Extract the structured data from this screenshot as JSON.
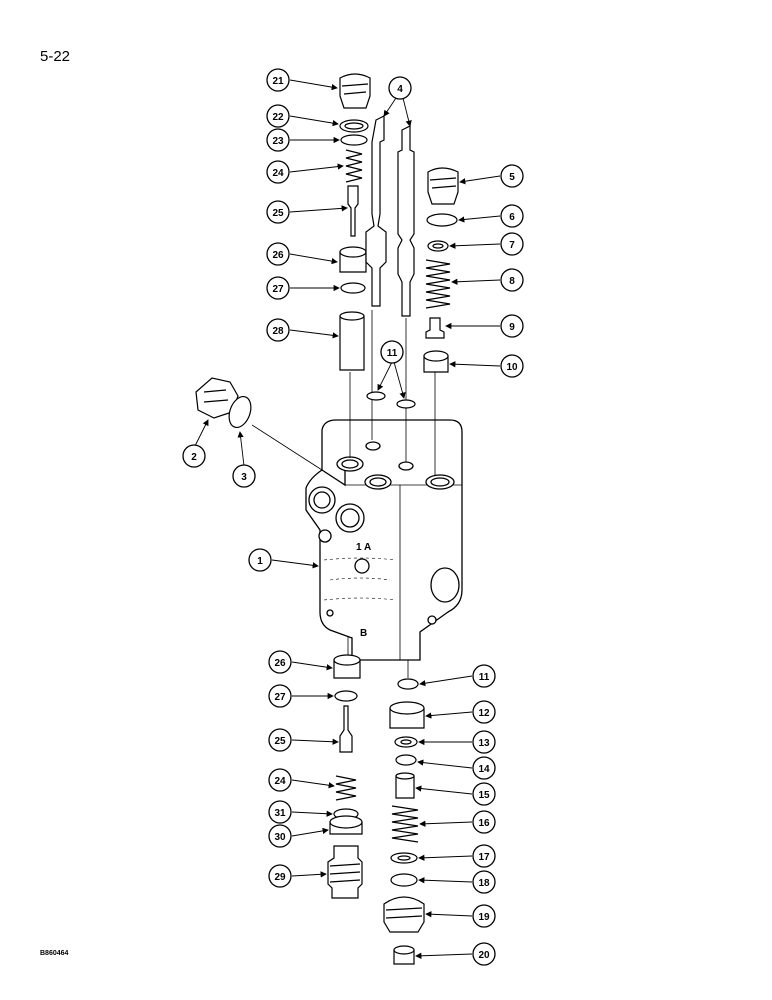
{
  "page": {
    "number": "5-22",
    "figure_code": "B860464"
  },
  "diagram": {
    "title": "",
    "callouts": [
      "21",
      "22",
      "23",
      "24",
      "25",
      "26",
      "27",
      "28",
      "4",
      "5",
      "6",
      "7",
      "8",
      "9",
      "10",
      "11",
      "2",
      "3",
      "1",
      "26",
      "27",
      "25",
      "24",
      "31",
      "30",
      "29",
      "11",
      "12",
      "13",
      "14",
      "15",
      "16",
      "17",
      "18",
      "19",
      "20"
    ],
    "housing_port_label": "1 A",
    "housing_port_label_2": "B"
  },
  "colors": {
    "ink": "#000000",
    "paper": "#ffffff"
  }
}
